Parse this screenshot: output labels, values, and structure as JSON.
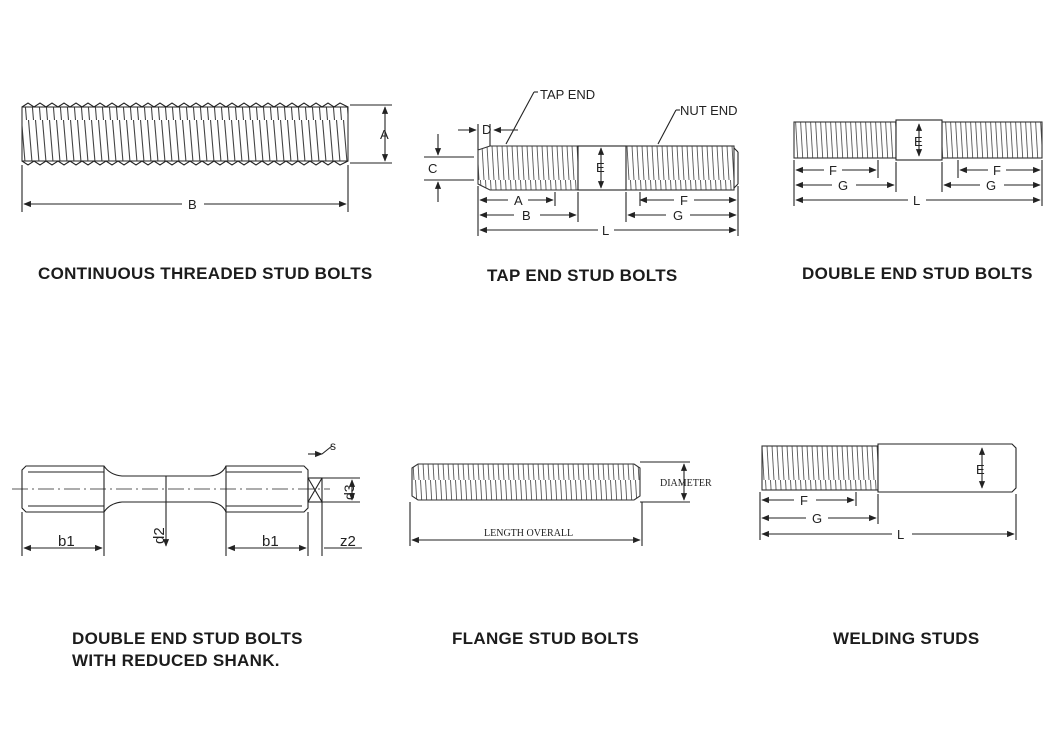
{
  "panels": [
    {
      "caption": "CONTINUOUS THREADED STUD BOLTS",
      "labels": {
        "a": "A",
        "b": "B"
      }
    },
    {
      "caption": "TAP END STUD BOLTS",
      "labels": {
        "tap_end": "TAP END",
        "nut_end": "NUT END",
        "d": "D",
        "c": "C",
        "e": "E",
        "a": "A",
        "b": "B",
        "f": "F",
        "g": "G",
        "l": "L"
      }
    },
    {
      "caption": "DOUBLE END STUD BOLTS",
      "labels": {
        "e": "E",
        "f_left": "F",
        "g_left": "G",
        "f_right": "F",
        "g_right": "G",
        "l": "L"
      }
    },
    {
      "caption_lines": [
        "DOUBLE END STUD BOLTS",
        "WITH REDUCED SHANK."
      ],
      "labels": {
        "s": "s",
        "d3": "d3",
        "b1_left": "b1",
        "d2": "d2",
        "b1_right": "b1",
        "z2": "z2"
      }
    },
    {
      "caption": "FLANGE STUD BOLTS",
      "labels": {
        "diameter": "DIAMETER",
        "length_overall": "LENGTH OVERALL"
      }
    },
    {
      "caption": "WELDING STUDS",
      "labels": {
        "e": "E",
        "f": "F",
        "g": "G",
        "l": "L"
      }
    }
  ]
}
